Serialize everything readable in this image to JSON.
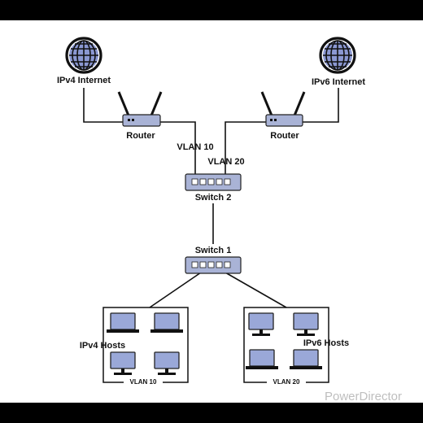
{
  "labels": {
    "ipv4_internet": "IPv4 Internet",
    "ipv6_internet": "IPv6 Internet",
    "router_left": "Router",
    "router_right": "Router",
    "vlan10_link": "VLAN 10",
    "vlan20_link": "VLAN 20",
    "switch2": "Switch 2",
    "switch1": "Switch 1",
    "ipv4_hosts": "IPv4 Hosts",
    "ipv6_hosts": "IPv6 Hosts",
    "vlan10_group": "VLAN 10",
    "vlan20_group": "VLAN 20"
  },
  "watermark": "PowerDirector",
  "colors": {
    "device_fill": "#a9b3d6",
    "background": "#ffffff",
    "frame": "#000000"
  }
}
